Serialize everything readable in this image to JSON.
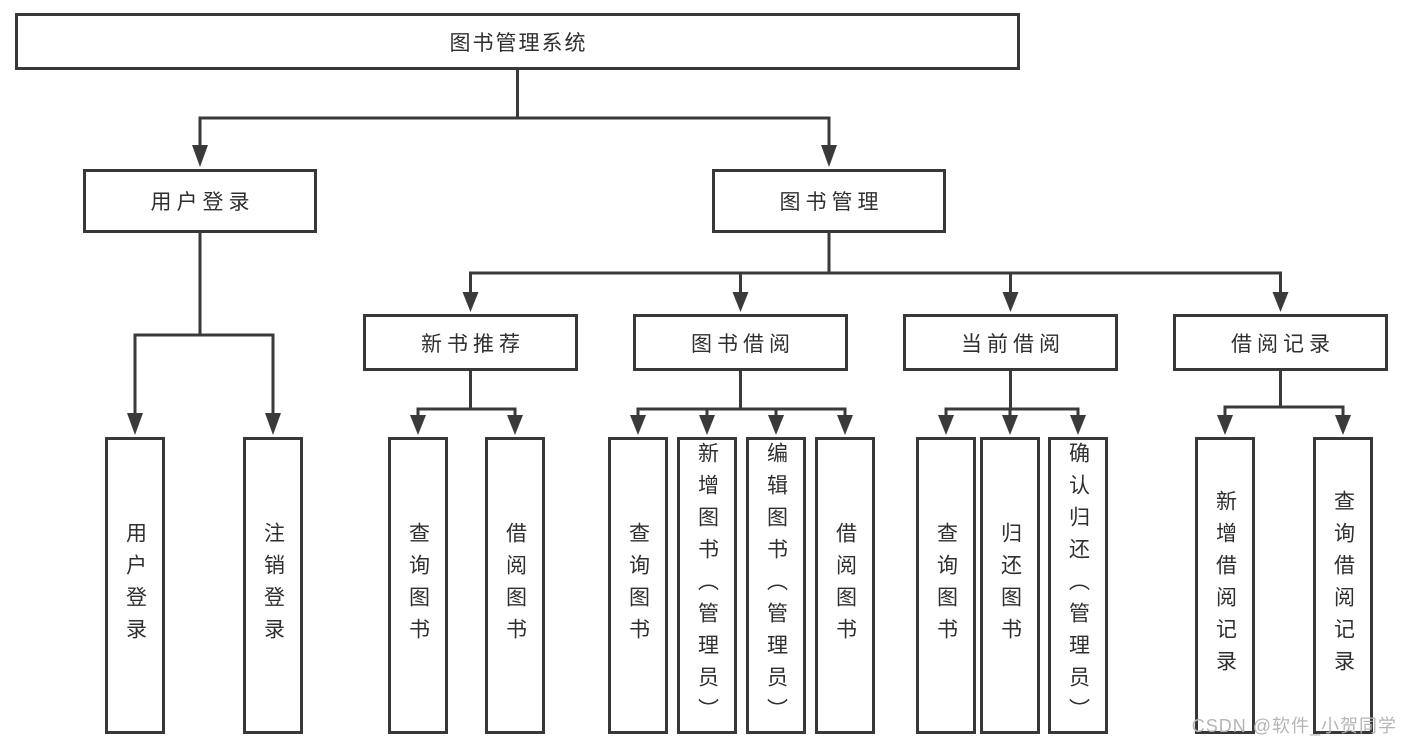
{
  "tree": {
    "root": {
      "label": "图书管理系统"
    },
    "level2": [
      {
        "label": "用户登录"
      },
      {
        "label": "图书管理"
      }
    ],
    "level3": [
      {
        "label": "新书推荐"
      },
      {
        "label": "图书借阅"
      },
      {
        "label": "当前借阅"
      },
      {
        "label": "借阅记录"
      }
    ],
    "leaves": {
      "user_login": [
        "用户登录",
        "注销登录"
      ],
      "new_book_recommend": [
        "查询图书",
        "借阅图书"
      ],
      "book_borrow": [
        "查询图书",
        "新增图书（管理员）",
        "编辑图书（管理员）",
        "借阅图书"
      ],
      "current_borrow": [
        "查询图书",
        "归还图书",
        "确认归还（管理员）"
      ],
      "borrow_records": [
        "新增借阅记录",
        "查询借阅记录"
      ]
    }
  },
  "watermark": {
    "text": "CSDN @软件_小贺同学"
  },
  "colors": {
    "line": "#3a3a3a",
    "box_border": "#383838",
    "text": "#2f2f2f",
    "watermark": "#b5b5b5",
    "background": "#ffffff"
  }
}
